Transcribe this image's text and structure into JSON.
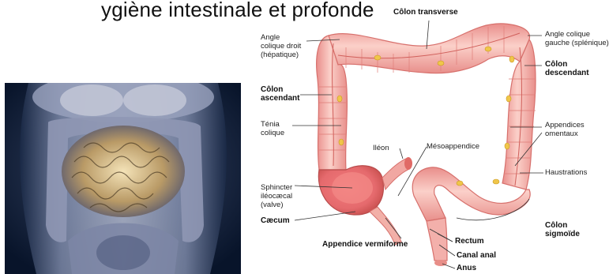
{
  "caption": "ygiène intestinale et profonde",
  "labels": {
    "colon_transverse": "Côlon transverse",
    "angle_droit_l1": "Angle",
    "angle_droit_l2": "colique droit",
    "angle_droit_l3": "(hépatique)",
    "angle_gauche_l1": "Angle colique",
    "angle_gauche_l2": "gauche (splénique)",
    "colon_descendant_l1": "Côlon",
    "colon_descendant_l2": "descendant",
    "colon_ascendant_l1": "Côlon",
    "colon_ascendant_l2": "ascendant",
    "tenia_l1": "Ténia",
    "tenia_l2": "colique",
    "appendices_l1": "Appendices",
    "appendices_l2": "omentaux",
    "ileon": "Iléon",
    "mesoappendice": "Mésoappendice",
    "haustrations": "Haustrations",
    "sphincter_l1": "Sphincter",
    "sphincter_l2": "iléocæcal",
    "sphincter_l3": "(valve)",
    "caecum": "Cæcum",
    "colon_sigmoide_l1": "Côlon",
    "colon_sigmoide_l2": "sigmoïde",
    "rectum": "Rectum",
    "appendice": "Appendice vermiforme",
    "canal_anal": "Canal anal",
    "anus": "Anus"
  },
  "colors": {
    "colon_fill": "#f2a2a0",
    "colon_light": "#f9c9c3",
    "colon_stroke": "#d7706c",
    "fat": "#f0c64a",
    "leader": "#333333",
    "photo_bg": "#0c1a2e",
    "photo_glow": "#d8b777"
  }
}
